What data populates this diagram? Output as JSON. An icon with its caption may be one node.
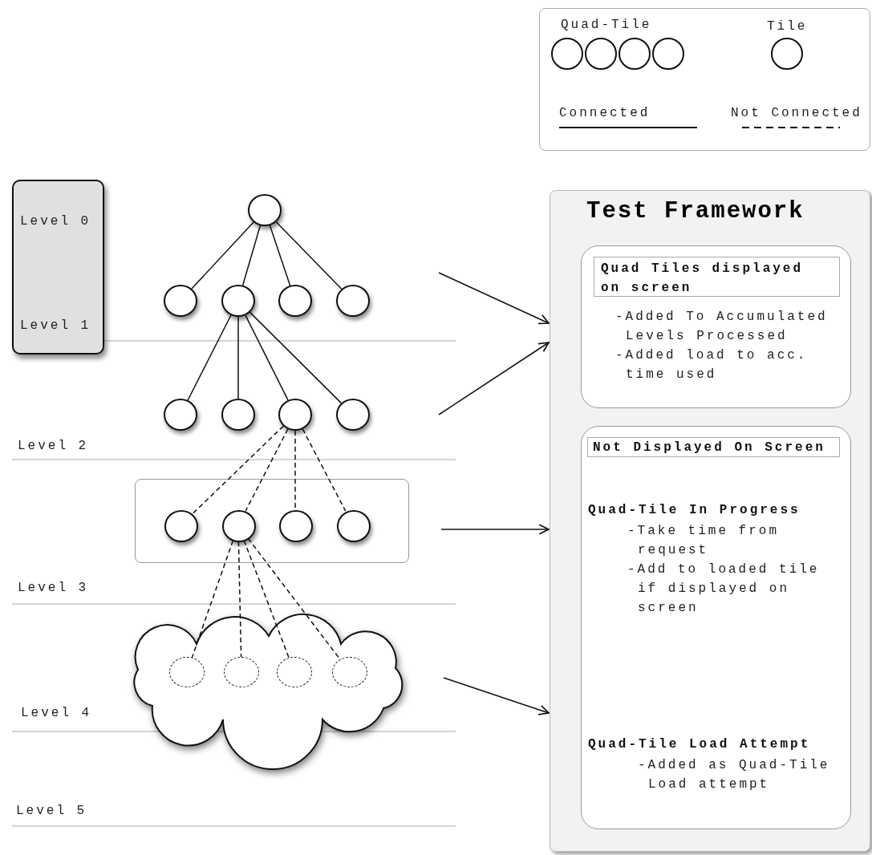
{
  "diagram": {
    "nodes": [
      {
        "text": [
          "Level 0",
          "Level 1"
        ]
      },
      {
        "text": [],
        "shape": "circle"
      },
      {
        "text": [],
        "shape": "circle"
      },
      {
        "text": [],
        "shape": "circle"
      },
      {
        "text": [],
        "shape": "circle"
      },
      {
        "text": [],
        "shape": "circle"
      },
      {
        "text": [],
        "shape": "circle"
      },
      {
        "text": [],
        "shape": "circle"
      },
      {
        "text": [],
        "shape": "circle"
      },
      {
        "text": [],
        "shape": "circle"
      },
      {
        "text": [],
        "shape": "box"
      },
      {
        "text": [],
        "shape": "circle",
        "in": 10
      },
      {
        "text": [],
        "shape": "circle",
        "in": 10
      },
      {
        "text": [],
        "shape": "circle",
        "in": 10
      },
      {
        "text": [],
        "shape": "circle",
        "in": 10
      },
      {
        "text": [],
        "shape": "cloud"
      },
      {
        "text": [],
        "shape": "circle",
        "in": 15
      },
      {
        "text": [],
        "shape": "circle",
        "in": 15
      },
      {
        "text": [],
        "shape": "circle",
        "in": 15
      },
      {
        "text": [],
        "shape": "circle",
        "in": 15
      },
      {
        "text": [
          "Test Framework"
        ]
      },
      {
        "text": [
          "-Added To Accumulated Levels Processed",
          "-Added load to acc. time used"
        ],
        "in": 20
      },
      {
        "text": [
          "Quad Tiles displayed on screen"
        ],
        "in": 21
      },
      {
        "text": [
          "Quad-Tile In Progress",
          "-Take time from request",
          "-Add to loaded tile if displayed on screen",
          "Quad-Tile Load Attempt",
          "-Added as Quad-Tile Load attempt"
        ],
        "in": 20
      },
      {
        "text": [
          "Not Displayed On Screen"
        ],
        "in": 23
      }
    ],
    "edges": [
      {
        "from": 1,
        "to": 2,
        "arrow": "none"
      },
      {
        "from": 1,
        "to": 3,
        "arrow": "none"
      },
      {
        "from": 1,
        "to": 4,
        "arrow": "none"
      },
      {
        "from": 1,
        "to": 5,
        "arrow": "none"
      },
      {
        "from": 3,
        "to": 6,
        "arrow": "none"
      },
      {
        "from": 3,
        "to": 7,
        "arrow": "none"
      },
      {
        "from": 3,
        "to": 8,
        "arrow": "none"
      },
      {
        "from": 3,
        "to": 9,
        "arrow": "none"
      },
      {
        "from": 8,
        "to": 11,
        "arrow": "none",
        "style": "dashed"
      },
      {
        "from": 8,
        "to": 12,
        "arrow": "none",
        "style": "dashed"
      },
      {
        "from": 8,
        "to": 13,
        "arrow": "none",
        "style": "dashed"
      },
      {
        "from": 8,
        "to": 14,
        "arrow": "none",
        "style": "dashed"
      },
      {
        "from": 12,
        "to": 16,
        "arrow": "none",
        "style": "dashed"
      },
      {
        "from": 12,
        "to": 17,
        "arrow": "none",
        "style": "dashed"
      },
      {
        "from": 12,
        "to": 18,
        "arrow": "none",
        "style": "dashed"
      },
      {
        "from": 12,
        "to": 19,
        "arrow": "none",
        "style": "dashed"
      },
      {
        "from": null,
        "to": 20,
        "arrow": "to"
      },
      {
        "from": null,
        "to": 20,
        "arrow": "to"
      },
      {
        "from": null,
        "to": 20,
        "arrow": "to"
      },
      {
        "from": null,
        "to": 20,
        "arrow": "to"
      }
    ],
    "labels": [
      "Level 2",
      "Level 3",
      "Level 4",
      "Level 5"
    ],
    "legend": [
      {
        "text": "Quad-Tile"
      },
      {
        "text": "Tile"
      },
      {
        "text": "Connected"
      },
      {
        "text": "Not Connected"
      }
    ]
  }
}
